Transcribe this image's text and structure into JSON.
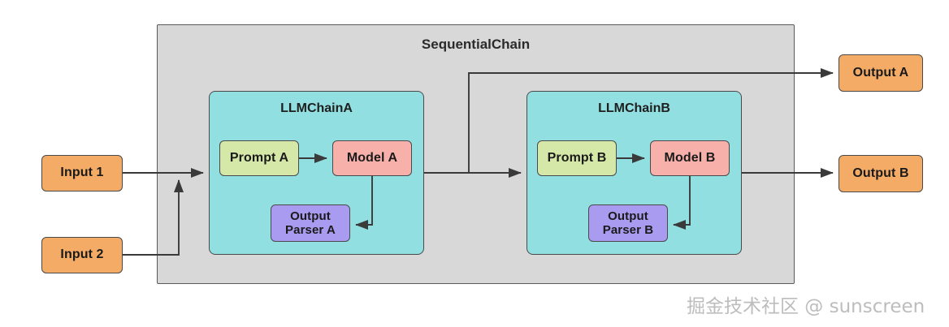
{
  "diagram": {
    "title": "SequentialChain",
    "container_color": "#d8d8d8",
    "groups": [
      {
        "label": "LLMChainA",
        "color": "#91dfe0",
        "nodes": {
          "prompt": "Prompt A",
          "model": "Model A",
          "parser_line1": "Output",
          "parser_line2": "Parser A"
        }
      },
      {
        "label": "LLMChainB",
        "color": "#91dfe0",
        "nodes": {
          "prompt": "Prompt B",
          "model": "Model B",
          "parser_line1": "Output",
          "parser_line2": "Parser B"
        }
      }
    ],
    "inputs": [
      {
        "label": "Input 1",
        "color": "#f3ab66"
      },
      {
        "label": "Input 2",
        "color": "#f3ab66"
      }
    ],
    "outputs": [
      {
        "label": "Output A",
        "color": "#f3ab66"
      },
      {
        "label": "Output B",
        "color": "#f3ab66"
      }
    ],
    "palette": {
      "prompt": "#d6e8a8",
      "model": "#f8b0ab",
      "parser": "#a99bf0",
      "io": "#f3ab66",
      "stroke": "#4a4a4a"
    },
    "watermark": "掘金技术社区 @ sunscreen"
  }
}
